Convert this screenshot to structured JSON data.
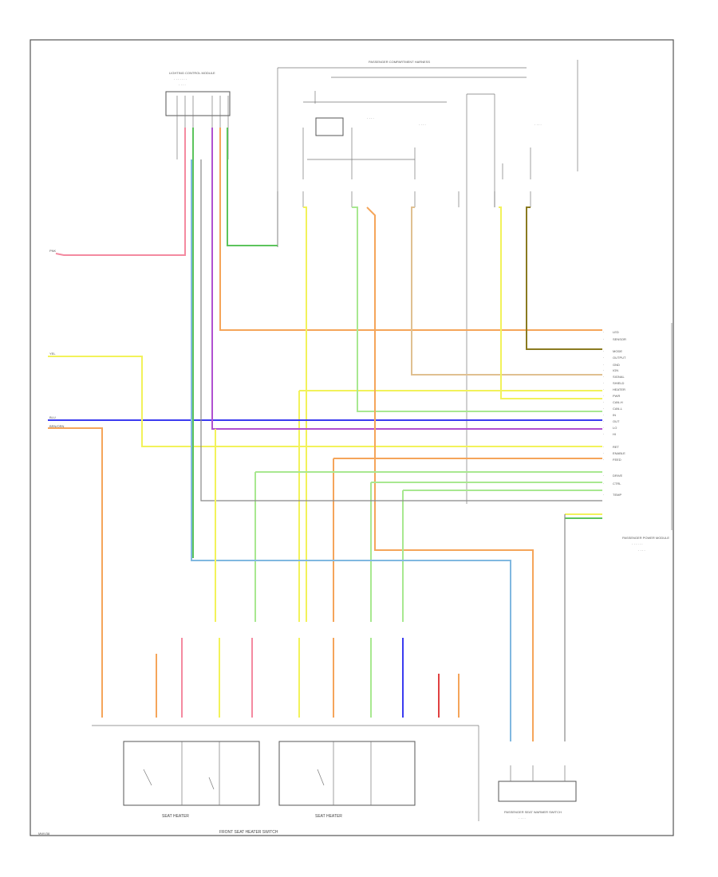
{
  "title_left_block": "LIGHTING CONTROL MODULE",
  "top_harness_label": "PASSENGER COMPARTMENT HARNESS",
  "ecu_label_right": "PASSENGER POWER MODULE",
  "footer_code": "MWV38",
  "bottom_title": "FRONT SEAT HEATER SWITCH",
  "left_switch_label": "SEAT HEATER",
  "mid_switch_label": "SEAT HEATER",
  "right_sub_label": "PASSENGER SEAT WARMER SWITCH",
  "left_wire_labels": [
    "PNK",
    "YEL",
    "BLU",
    "BRN/ORN"
  ],
  "ecu_pins": [
    "LED",
    "SENSOR",
    "MODE",
    "OUTPUT",
    "GND",
    "IGN",
    "SIGNAL",
    "SHIELD",
    "HEATER",
    "PWR",
    "CAN-H",
    "CAN-L",
    "IN",
    "OUT",
    "LO",
    "HI",
    "RET",
    "ENABLE",
    "FEED",
    "DRIVE",
    "CTRL",
    "TEMP"
  ],
  "wire_colors": {
    "pink": "#f48aa0",
    "yellow": "#f2f25a",
    "blue": "#3b3bf0",
    "orange": "#f5a55a",
    "green": "#5cc45c",
    "purple": "#b050d0",
    "lightgreen": "#a8e890",
    "tan": "#e0c090",
    "olive": "#8a7a20",
    "grey": "#888888",
    "lightblue": "#80b8e0",
    "red": "#e04040"
  }
}
